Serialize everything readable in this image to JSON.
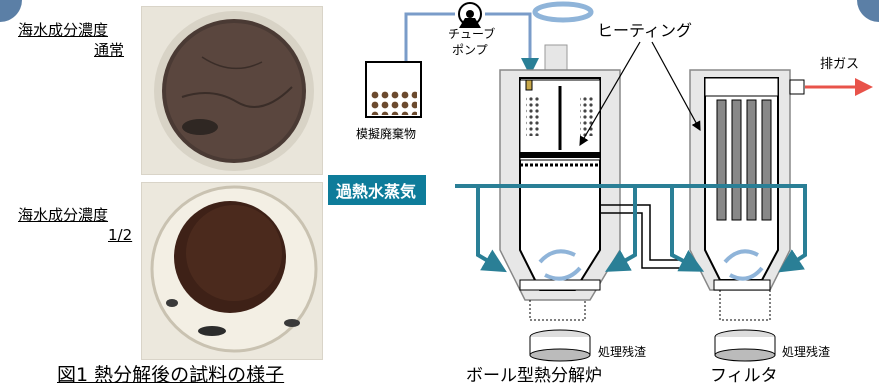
{
  "sample_labels": {
    "sample1_line1": "海水成分濃度",
    "sample1_line2": "通常",
    "sample2_line1": "海水成分濃度",
    "sample2_line2": "1/2"
  },
  "figure1_caption": "図1 熱分解後の試料の様子",
  "diagram": {
    "tube_pump_line1": "チューブ",
    "tube_pump_line2": "ポンプ",
    "waste_label": "模擬廃棄物",
    "heating_label": "ヒーティング",
    "exhaust_label": "排ガス",
    "steam_label": "過熱水蒸気",
    "residue_label_1": "処理残渣",
    "residue_label_2": "処理残渣",
    "reactor_label": "ボール型熱分解炉",
    "filter_label": "フィルタ"
  },
  "colors": {
    "steam_pipe": "#2a7f96",
    "exhaust_arrow": "#e8534a",
    "feed_line": "#7a9cc9",
    "corner": "#5b7fa6"
  }
}
